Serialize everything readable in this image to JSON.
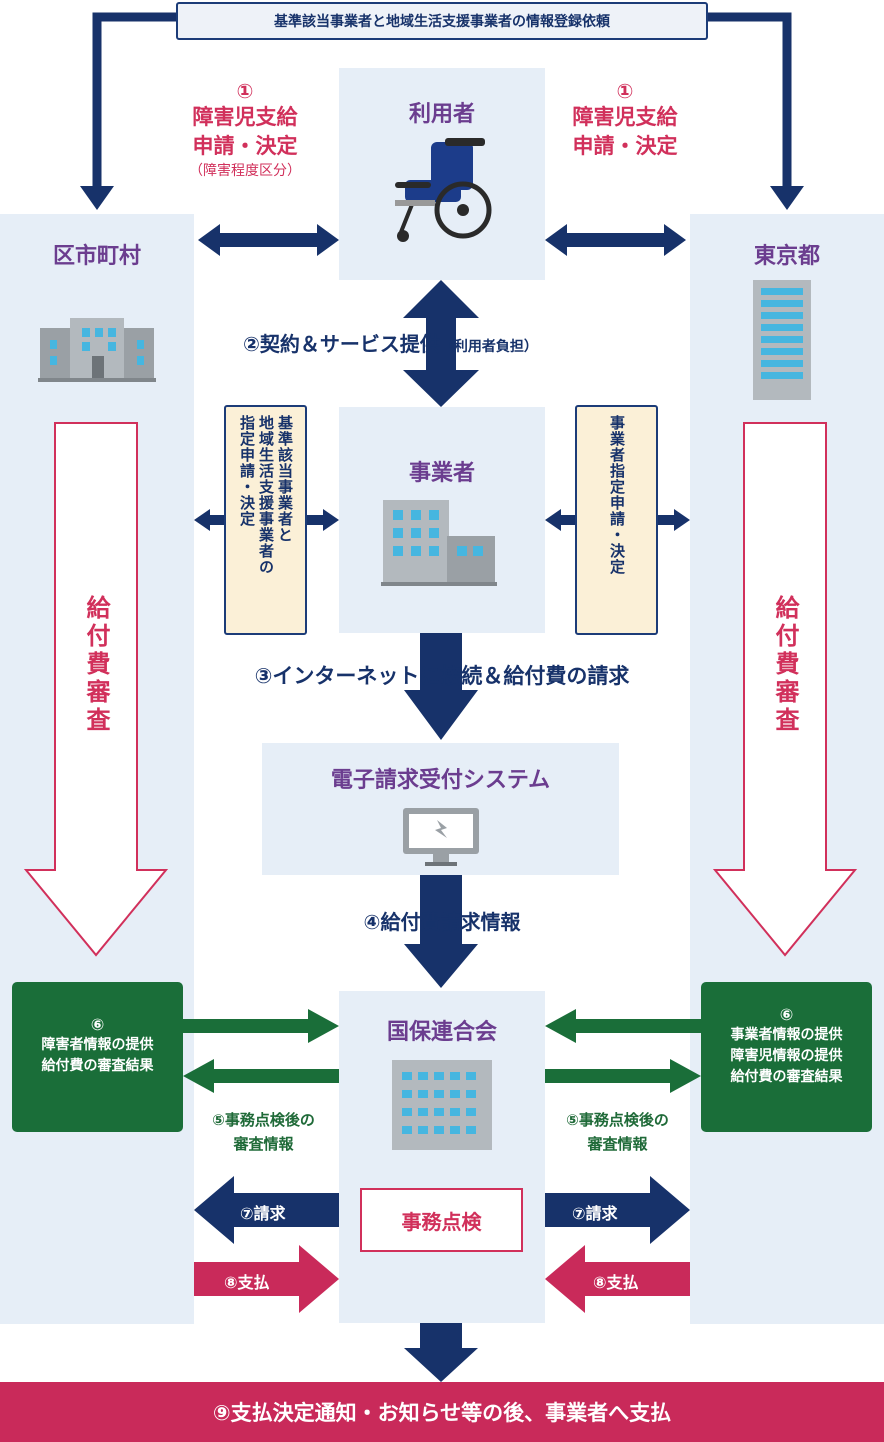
{
  "top_banner": "基準該当事業者と地域生活支援事業者の情報登録依頼",
  "left_step1": {
    "num": "①",
    "line1": "障害児支給",
    "line2": "申請・決定",
    "line3": "（障害程度区分）"
  },
  "right_step1": {
    "num": "①",
    "line1": "障害児支給",
    "line2": "申請・決定"
  },
  "user": {
    "title": "利用者"
  },
  "municipality": {
    "title": "区市町村"
  },
  "tokyo": {
    "title": "東京都"
  },
  "step2": {
    "main": "②契約＆サービス提供",
    "sub": "（利用者負担）"
  },
  "business": {
    "title": "事業者"
  },
  "left_vbox": "基準該当事業者と\n地域生活支援事業者の\n指定申請・決定",
  "right_vbox": "事業者指定申請・決定",
  "left_review": "給付費審査",
  "right_review": "給付費審査",
  "step3": "③インターネットに接続＆給付費の請求",
  "system": {
    "title": "電子請求受付システム"
  },
  "step4": "④給付費請求情報",
  "kokuho": {
    "title": "国保連合会",
    "check": "事務点検"
  },
  "left_green": {
    "num": "⑥",
    "line1": "障害者情報の提供",
    "line2": "給付費の審査結果"
  },
  "right_green": {
    "num": "⑥",
    "line1": "事業者情報の提供",
    "line2": "障害児情報の提供",
    "line3": "給付費の審査結果"
  },
  "left_step5": {
    "line1": "⑤事務点検後の",
    "line2": "審査情報"
  },
  "right_step5": {
    "line1": "⑤事務点検後の",
    "line2": "審査情報"
  },
  "left_step7": "⑦請求",
  "right_step7": "⑦請求",
  "left_step8": "⑧支払",
  "right_step8": "⑧支払",
  "bottom_bar": "⑨支払決定通知・お知らせ等の後、事業者へ支払",
  "colors": {
    "panel": "#e6eef7",
    "navy": "#17326a",
    "red": "#d1305b",
    "green": "#1a6e39",
    "purple": "#6b3d8f",
    "bottom": "#c92a5a"
  }
}
